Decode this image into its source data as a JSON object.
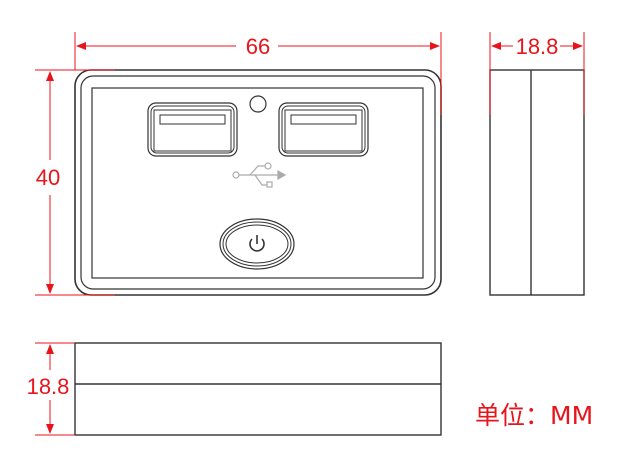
{
  "dimensions": {
    "front_width": "66",
    "front_height": "40",
    "side_depth": "18.8",
    "bottom_depth": "18.8"
  },
  "unit_label": "单位：MM",
  "colors": {
    "dimension": "#e8141c",
    "outline": "#333333",
    "logo": "#aaaaaa"
  }
}
